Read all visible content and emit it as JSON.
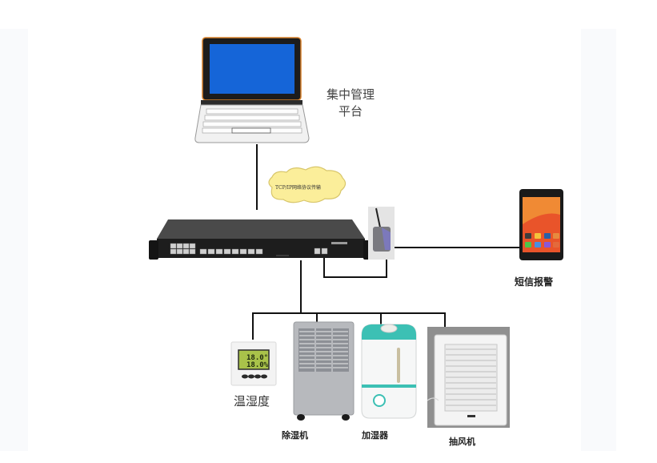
{
  "diagram": {
    "type": "network-topology",
    "nodes": {
      "platform": {
        "label_line1": "集中管理",
        "label_line2": "平台",
        "icon": "laptop-icon"
      },
      "link_cloud": {
        "label": "TCP/IP网络协议传输",
        "icon": "cloud-icon"
      },
      "controller": {
        "icon": "rack-switch-icon"
      },
      "gsm_module": {
        "icon": "gsm-modem-icon"
      },
      "sms_alarm": {
        "label": "短信报警",
        "icon": "smartphone-icon"
      },
      "temp_humidity": {
        "label": "温湿度",
        "icon": "thermo-hygrometer-icon",
        "readout_top": "18.0°",
        "readout_bottom": "18.0%"
      },
      "dehumidifier": {
        "label": "除湿机",
        "icon": "dehumidifier-icon"
      },
      "humidifier": {
        "label": "加湿器",
        "icon": "humidifier-icon"
      },
      "exhaust_fan": {
        "label": "抽风机",
        "icon": "exhaust-fan-icon"
      }
    },
    "edges": [
      {
        "from": "platform",
        "to": "controller"
      },
      {
        "from": "controller",
        "to": "gsm_module"
      },
      {
        "from": "gsm_module",
        "to": "sms_alarm"
      },
      {
        "from": "controller",
        "to": "temp_humidity"
      },
      {
        "from": "controller",
        "to": "dehumidifier"
      },
      {
        "from": "controller",
        "to": "humidifier"
      },
      {
        "from": "controller",
        "to": "exhaust_fan"
      }
    ]
  },
  "colors": {
    "line": "#111111",
    "laptop_screen": "#1565d8",
    "laptop_bezel": "#1c1c1c",
    "laptop_trim": "#d9822b",
    "cloud_fill": "#fbee9a",
    "cloud_stroke": "#d8c66a",
    "switch_body": "#2a2a2a",
    "humidifier_accent": "#3cc0b4",
    "lcd_green": "#a9c24a",
    "phone_screen": "#e9542a"
  }
}
